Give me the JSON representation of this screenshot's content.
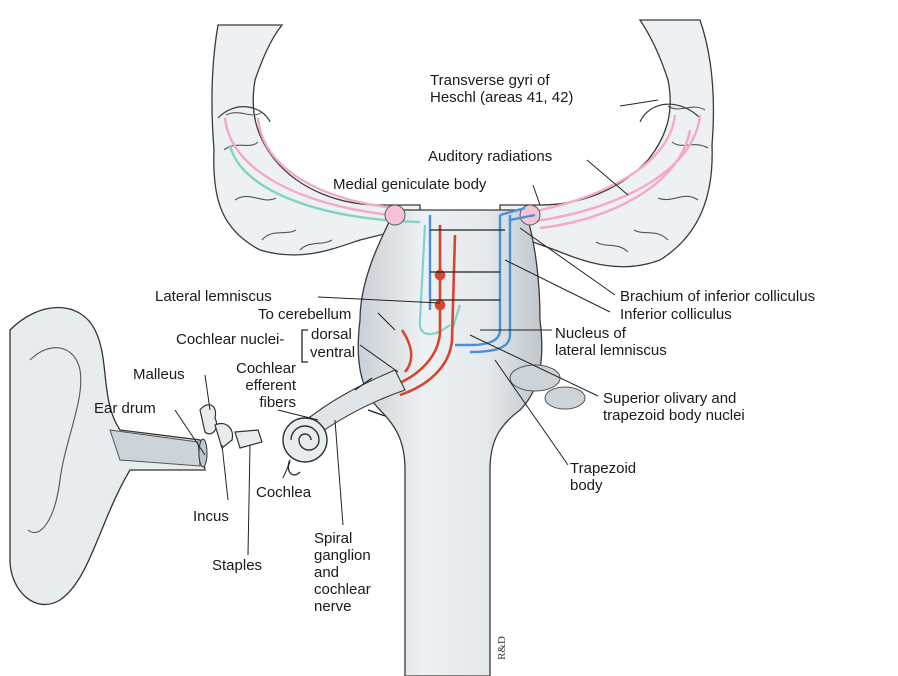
{
  "labels": {
    "transverse_gyri": "Transverse gyri of\nHeschl (areas 41, 42)",
    "auditory_radiations": "Auditory radiations",
    "medial_geniculate": "Medial geniculate body",
    "lateral_lemniscus": "Lateral lemniscus",
    "to_cerebellum": "To cerebellum",
    "cochlear_nuclei": "Cochlear nuclei-",
    "dorsal": "dorsal",
    "ventral": "ventral",
    "malleus": "Malleus",
    "ear_drum": "Ear drum",
    "cochlear_efferent": "Cochlear\nefferent\nfibers",
    "cochlea": "Cochlea",
    "incus": "Incus",
    "staples": "Staples",
    "spiral_ganglion": "Spiral\nganglion\nand\ncochlear\nnerve",
    "brachium": "Brachium of inferior colliculus",
    "inferior_colliculus": "Inferior colliculus",
    "nucleus_lateral_lemniscus": "Nucleus of\nlateral lemniscus",
    "superior_olivary": "Superior olivary and\ntrapezoid body nuclei",
    "trapezoid_body": "Trapezoid\nbody",
    "signature": "R&D"
  },
  "colors": {
    "tissue": "#e7ecef",
    "outline": "#3a3a3a",
    "pink_pathway": "#f4a9c4",
    "teal_pathway": "#7fd3c8",
    "blue_pathway": "#4a90d9",
    "red_pathway": "#d8452e"
  }
}
